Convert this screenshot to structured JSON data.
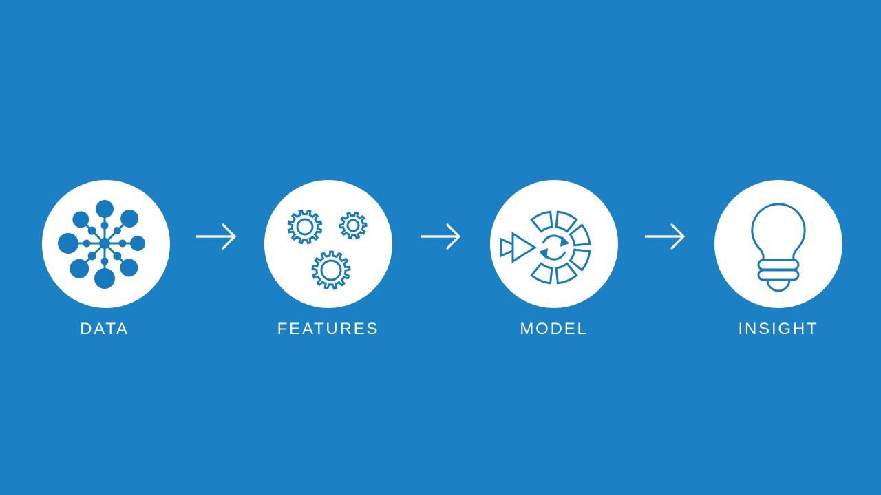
{
  "slide": {
    "background_color": "#1B80C4",
    "icon_color": "#1779BE",
    "circle_fill": "#FFFFFF",
    "label_color": "#FFFFFF"
  },
  "pipeline": {
    "stages": [
      {
        "label": "DATA",
        "icon": "network-hub-icon"
      },
      {
        "label": "FEATURES",
        "icon": "gears-icon"
      },
      {
        "label": "MODEL",
        "icon": "model-cycle-icon"
      },
      {
        "label": "INSIGHT",
        "icon": "lightbulb-icon"
      }
    ],
    "connector": "right-arrow-icon"
  }
}
